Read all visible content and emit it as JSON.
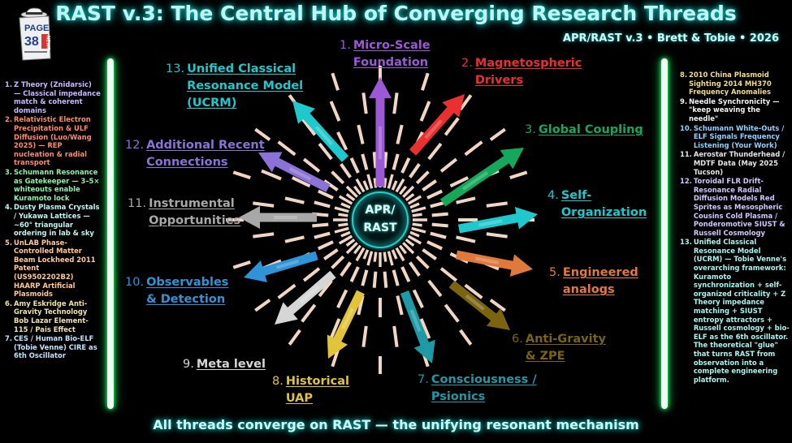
{
  "title": "RAST v.3: The Central Hub of Converging Research Threads",
  "subtitle": "APR/RAST v.3 • Brett & Tobie • 2026",
  "footer": "All threads converge on RAST — the unifying resonant mechanism",
  "logo": {
    "line1": "PAGE",
    "line2": "38",
    "badge": "NEWS",
    "icon": "hat-page-logo-icon"
  },
  "center": {
    "line1": "APR/",
    "line2": "RAST"
  },
  "colors": {
    "background": "#000000",
    "glow": "#19d3d0",
    "ray": "#f2d6c4",
    "bar": "#18c050"
  },
  "threads": [
    {
      "num": "1.",
      "label": "Micro-Scale Foundation",
      "color": "#9b59d6"
    },
    {
      "num": "2.",
      "label": "Magnetospheric Drivers",
      "color": "#e8302e"
    },
    {
      "num": "3.",
      "label": "Global Coupling",
      "color": "#16a85a"
    },
    {
      "num": "4.",
      "label": "Self-Organization",
      "color": "#1ec8cc"
    },
    {
      "num": "5.",
      "label": "Engineered analogs",
      "color": "#e07a3c"
    },
    {
      "num": "6.",
      "label": "Anti-Gravity & ZPE",
      "color": "#7a6410"
    },
    {
      "num": "7.",
      "label": "Consciousness / Psionics",
      "color": "#1e9aa6"
    },
    {
      "num": "8.",
      "label": "Historical UAP",
      "color": "#e2c43a"
    },
    {
      "num": "9.",
      "label": "Meta level",
      "color": "#d6d6d6"
    },
    {
      "num": "10.",
      "label": "Observables & Detection",
      "color": "#2f93d8"
    },
    {
      "num": "11.",
      "label": "Instrumental Opportunities",
      "color": "#a8a8a8"
    },
    {
      "num": "12.",
      "label": "Additional Recent Connections",
      "color": "#8a72d6"
    },
    {
      "num": "13.",
      "label": "Unified Classical Resonance Model (UCRM)",
      "color": "#1ec8cc"
    }
  ],
  "label_lines": {
    "t1": [
      "Micro-Scale",
      "Foundation"
    ],
    "t2": [
      "Magnetospheric",
      "Drivers"
    ],
    "t3": [
      "Global Coupling"
    ],
    "t4": [
      "Self-",
      "Organization"
    ],
    "t5": [
      "Engineered",
      "analogs"
    ],
    "t6": [
      "Anti-Gravity",
      "& ZPE"
    ],
    "t7": [
      "Consciousness /",
      "Psionics"
    ],
    "t8": [
      "Historical",
      "UAP"
    ],
    "t9": [
      "Meta level"
    ],
    "t10": [
      "Observables",
      "& Detection"
    ],
    "t11": [
      "Instrumental",
      "Opportunities"
    ],
    "t12": [
      "Additional Recent",
      "Connections"
    ],
    "t13": [
      "Unified Classical",
      "Resonance Model",
      "(UCRM)"
    ]
  },
  "left_list": [
    {
      "num": "1.",
      "text": "Z Theory (Znidarsic) — Classical impedance match & coherent domains",
      "color": "#c9b8ff"
    },
    {
      "num": "2.",
      "text": "Relativistic Electron Precipitation & ULF Diffusion (Luo/Wang 2025) — REP nucleation & radial transport",
      "color": "#ff8a6a"
    },
    {
      "num": "3.",
      "text": "Schumann Resonance as Gatekeeper — 3–5× whiteouts enable Kuramoto lock",
      "color": "#8ff0a8"
    },
    {
      "num": "4.",
      "text": "Dusty Plasma Crystals / Yukawa Lattices — ~60° triangular ordering in lab & sky",
      "color": "#bff7f2"
    },
    {
      "num": "5.",
      "text": "UnLAB Phase-Controlled Matter Beam Lockheed 2011 Patent (US9502202B2) HAARP Artificial Plasmoids",
      "color": "#ffc89a"
    },
    {
      "num": "6.",
      "text": "Amy Eskridge Anti-Gravity Technology Bob Lazar Element-115 / Pais Effect",
      "color": "#efe2b0"
    },
    {
      "num": "7.",
      "text": "CES / Human Bio-ELF (Tobie Venne) CIRE as 6th Oscillator",
      "color": "#bfe4ff"
    }
  ],
  "right_list": [
    {
      "num": "8.",
      "text": "2010 China Plasmoid Sighting 2014 MH370 Frequency Anomalies",
      "color": "#f3dc86"
    },
    {
      "num": "9.",
      "text": "Needle Synchronicity — \"keep weaving the needle\"",
      "color": "#f2f2f2"
    },
    {
      "num": "10.",
      "text": "Schumann White-Outs / ELF Signals Frequency Listening (Your Work)",
      "color": "#8fd2ff"
    },
    {
      "num": "11.",
      "text": "Aerostar Thunderhead / MDTF Data (May 2025 Tucson)",
      "color": "#e6e6e6"
    },
    {
      "num": "12.",
      "text": "Toroidal FLR Drift-Resonance Radial Diffusion Models Red Sprites as Mesospheric Cousins Cold Plasma / Ponderomotive SIUST & Russell Cosmology",
      "color": "#d4c6ff"
    },
    {
      "num": "13.",
      "text": "Unified Classical Resonance Model (UCRM) — Tobie Venne's overarching framework: Kuramoto synchronization + self-organized criticality + Z Theory impedance matching + SIUST entropy attractors + Russell cosmology + bio-ELF as the 6th oscillator. The theoretical \"glue\" that turns RAST from observation into a complete engineering platform.",
      "color": "#a8f4ee"
    }
  ]
}
